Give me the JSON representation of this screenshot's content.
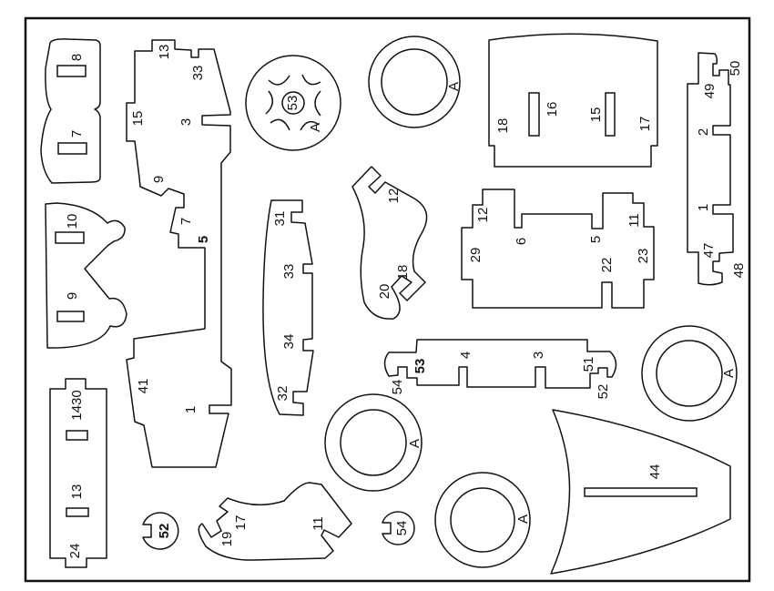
{
  "title": "Cut-out parts template",
  "colors": {
    "line": "#111111",
    "paper": "#ffffff"
  },
  "pieces": {
    "seat_back": {
      "labels": [
        "8",
        "7"
      ]
    },
    "fuselage_side": {
      "labels": [
        "13",
        "33",
        "15",
        "3",
        "9",
        "7",
        "5",
        "41",
        "1"
      ]
    },
    "hub": {
      "labels": [
        "53",
        "A"
      ]
    },
    "ring_top": {
      "labels": [
        "A"
      ]
    },
    "panel_top_right": {
      "labels": [
        "18",
        "16",
        "15",
        "17"
      ]
    },
    "strut_right": {
      "labels": [
        "50",
        "49",
        "2",
        "1",
        "47",
        "48"
      ]
    },
    "frame_middle": {
      "labels": [
        "12",
        "29",
        "6",
        "5",
        "11",
        "23",
        "22"
      ]
    },
    "shoe_center": {
      "labels": [
        "12",
        "18",
        "20"
      ]
    },
    "curved_beam": {
      "labels": [
        "31",
        "33",
        "34",
        "32"
      ]
    },
    "seat_front": {
      "labels": [
        "10",
        "9"
      ]
    },
    "floor_strip": {
      "labels": [
        "1430",
        "13",
        "24"
      ]
    },
    "cross_bar": {
      "labels": [
        "53",
        "4",
        "3",
        "51",
        "54",
        "52"
      ]
    },
    "ring_mid_right": {
      "labels": [
        "A"
      ]
    },
    "ring_bottom_1": {
      "labels": [
        "A"
      ]
    },
    "ring_bottom_2": {
      "labels": [
        "A"
      ]
    },
    "nose_panel": {
      "labels": [
        "44"
      ]
    },
    "clip_52": {
      "labels": [
        "52"
      ]
    },
    "clip_54": {
      "labels": [
        "54"
      ]
    },
    "shoe_bottom": {
      "labels": [
        "19",
        "17",
        "11"
      ]
    }
  }
}
